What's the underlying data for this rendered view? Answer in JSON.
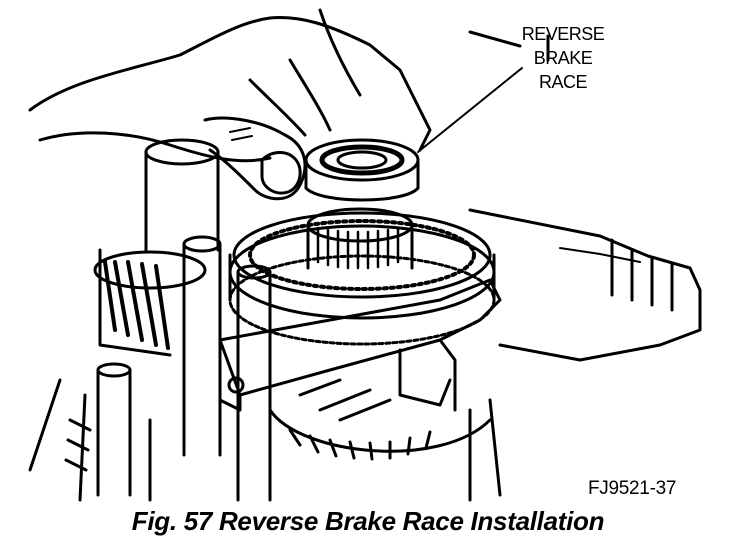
{
  "callout": {
    "lines": [
      "REVERSE",
      "BRAKE",
      "RACE"
    ]
  },
  "figure_code": "FJ9521-37",
  "caption": "Fig. 57 Reverse Brake Race Installation",
  "colors": {
    "ink": "#000000",
    "paper": "#ffffff"
  }
}
